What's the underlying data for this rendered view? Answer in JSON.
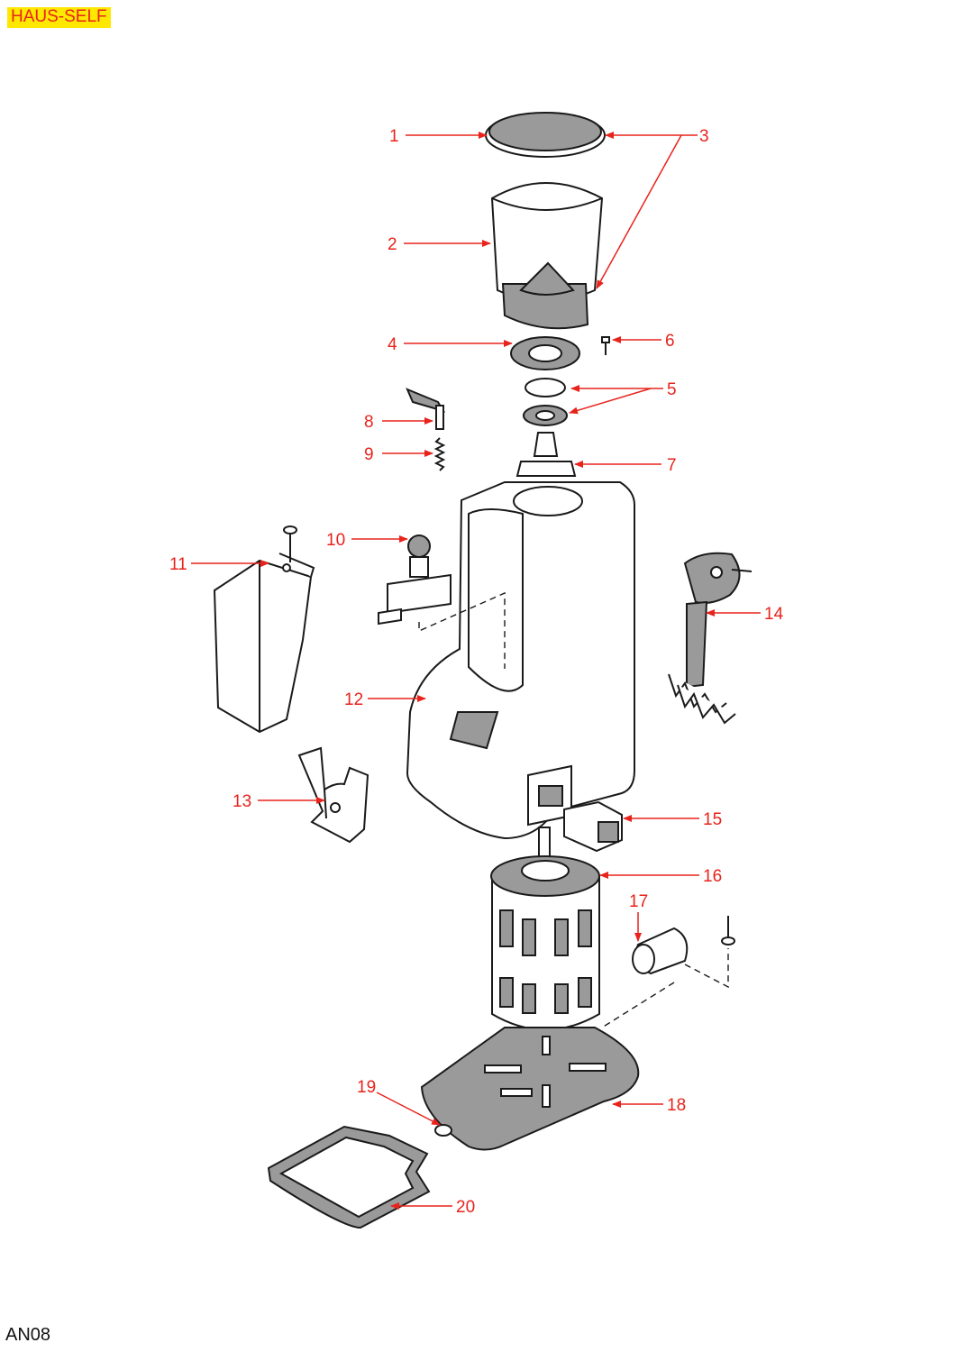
{
  "header": {
    "brand_label": "HAUS-SELF"
  },
  "footer": {
    "code": "AN08"
  },
  "colors": {
    "label": "#e8231c",
    "badge_bg": "#ffe800",
    "line": "#1a1a1a"
  },
  "callouts": [
    {
      "id": "1",
      "text": "1"
    },
    {
      "id": "2",
      "text": "2"
    },
    {
      "id": "3",
      "text": "3"
    },
    {
      "id": "4",
      "text": "4"
    },
    {
      "id": "5",
      "text": "5"
    },
    {
      "id": "6",
      "text": "6"
    },
    {
      "id": "7",
      "text": "7"
    },
    {
      "id": "8",
      "text": "8"
    },
    {
      "id": "9",
      "text": "9"
    },
    {
      "id": "10",
      "text": "10"
    },
    {
      "id": "11",
      "text": "11"
    },
    {
      "id": "12",
      "text": "12"
    },
    {
      "id": "13",
      "text": "13"
    },
    {
      "id": "14",
      "text": "14"
    },
    {
      "id": "15",
      "text": "15"
    },
    {
      "id": "16",
      "text": "16"
    },
    {
      "id": "17",
      "text": "17"
    },
    {
      "id": "18",
      "text": "18"
    },
    {
      "id": "19",
      "text": "19"
    },
    {
      "id": "20",
      "text": "20"
    }
  ]
}
